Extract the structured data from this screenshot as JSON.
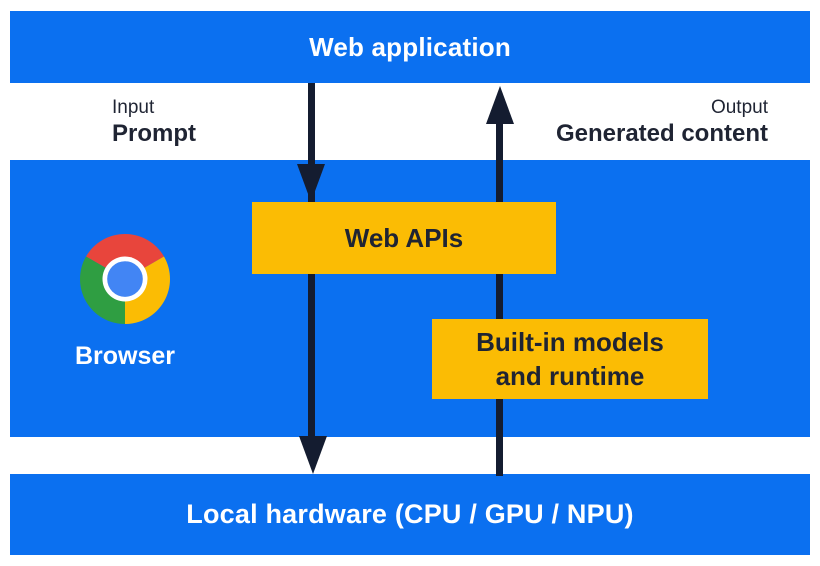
{
  "top_bar": {
    "label": "Web application"
  },
  "io": {
    "input_title": "Input",
    "input_value": "Prompt",
    "output_title": "Output",
    "output_value": "Generated content"
  },
  "browser": {
    "label": "Browser"
  },
  "boxes": {
    "web_apis": "Web APIs",
    "builtin_line1": "Built-in models",
    "builtin_line2": "and runtime"
  },
  "bottom_bar": {
    "label": "Local hardware (CPU / GPU / NPU)"
  },
  "icons": {
    "chrome_logo": "chrome-browser-logo",
    "down_arrow": "input-flow-arrow",
    "up_arrow": "output-flow-arrow"
  },
  "colors": {
    "section_blue": "#0B70F0",
    "box_yellow": "#FBBC04",
    "arrow_navy": "#141C30",
    "text_navy": "#1F2433",
    "text_white": "#FFFFFF",
    "chrome_red": "#E8453C",
    "chrome_green": "#2F9E42",
    "chrome_yellow": "#FBBC04",
    "chrome_blue": "#4285F4"
  }
}
